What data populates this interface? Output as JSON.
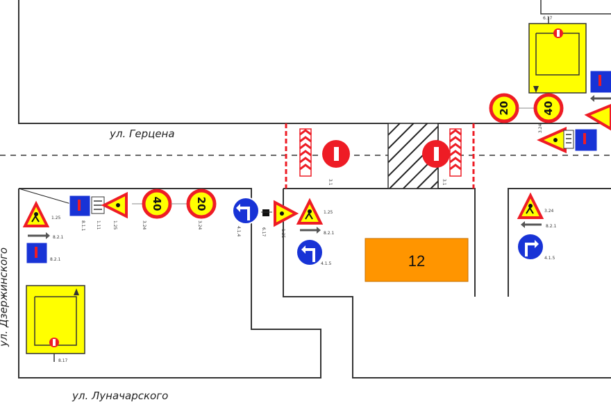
{
  "streets": {
    "top": "ул. Герцена",
    "bottom": "ул. Луначарского",
    "left": "ул. Дзержинского"
  },
  "building": {
    "number": "12"
  },
  "signs": {
    "speed_40": "40",
    "speed_20": "20",
    "rw_a": "1.25",
    "rw_b": "1.25",
    "rw_c": "1.25",
    "rw_d": "1.25",
    "d_a": "3.24",
    "d_b": "3.24",
    "d_c": "3.24",
    "d_d": "3.24",
    "e_a": "8.2.1",
    "e_b": "8.2.1",
    "e_c": "8.1.1",
    "e_d": "8.2.1",
    "e_e": "8.2.1",
    "e_f": "4.1.5",
    "e_g": "4.1.4",
    "e_h": "3.1",
    "e_i": "3.1",
    "e_j": "1.11",
    "e_k": "8.17",
    "e_l": "6.17",
    "e_m": "6.17"
  },
  "colors": {
    "sign_red": "#ee1c25",
    "sign_yellow": "#ffff00",
    "sign_blue": "#1833d6",
    "building_orange": "#ff9500"
  }
}
